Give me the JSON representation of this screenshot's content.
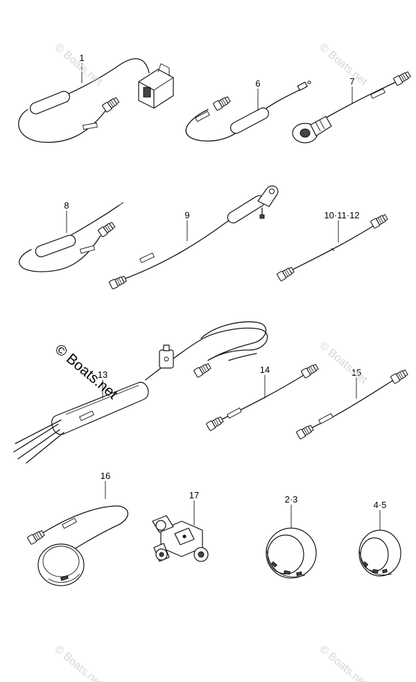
{
  "watermark": {
    "text": "© Boats.net"
  },
  "callouts": [
    {
      "id": "1",
      "text": "1"
    },
    {
      "id": "6",
      "text": "6"
    },
    {
      "id": "7",
      "text": "7"
    },
    {
      "id": "8",
      "text": "8"
    },
    {
      "id": "9",
      "text": "9"
    },
    {
      "id": "10-12",
      "text": "10·11·12"
    },
    {
      "id": "13",
      "text": "13"
    },
    {
      "id": "14",
      "text": "14"
    },
    {
      "id": "15",
      "text": "15"
    },
    {
      "id": "16",
      "text": "16"
    },
    {
      "id": "17",
      "text": "17"
    },
    {
      "id": "2-3",
      "text": "2·3"
    },
    {
      "id": "4-5",
      "text": "4·5"
    }
  ]
}
